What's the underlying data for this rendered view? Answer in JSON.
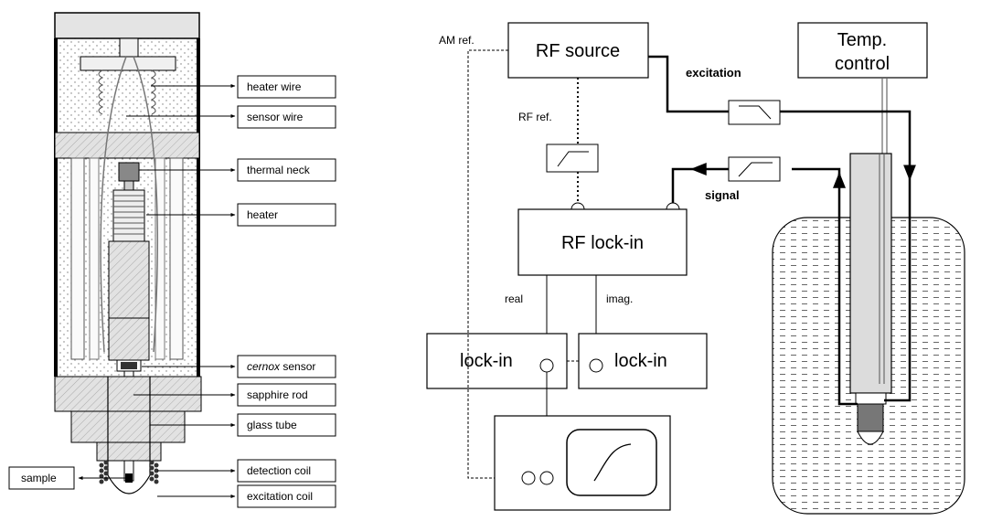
{
  "probe": {
    "labels": {
      "heater_wire": "heater wire",
      "sensor_wire": "sensor wire",
      "thermal_neck": "thermal neck",
      "heater": "heater",
      "cernox_italic": "cernox",
      "cernox_rest": " sensor",
      "sapphire_rod": "sapphire rod",
      "glass_tube": "glass tube",
      "detection_coil": "detection coil",
      "excitation_coil": "excitation coil",
      "sample": "sample"
    }
  },
  "circuit": {
    "rf_source": "RF source",
    "temp_control_line1": "Temp.",
    "temp_control_line2": "control",
    "am_ref": "AM ref.",
    "rf_ref": "RF ref.",
    "excitation": "excitation",
    "signal": "signal",
    "rf_lockin": "RF lock-in",
    "real": "real",
    "imag": "imag.",
    "lockin_left": "lock-in",
    "lockin_right": "lock-in"
  }
}
